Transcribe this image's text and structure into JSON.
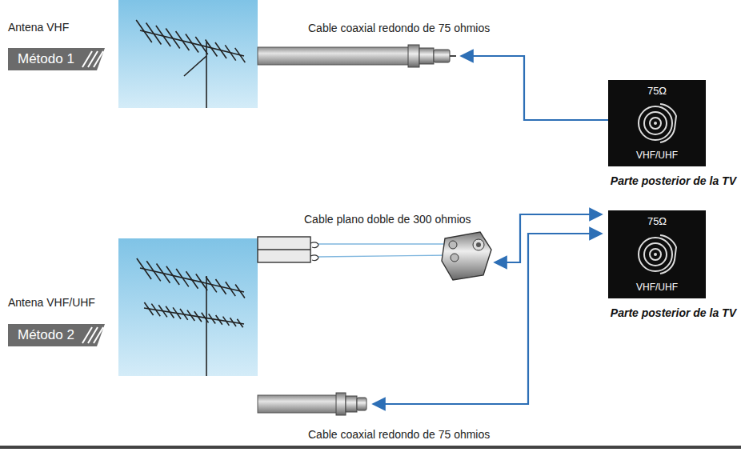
{
  "diagram": {
    "nodes": [
      {
        "text": [
          "Método 1"
        ]
      },
      {
        "text": [
          "75Ω",
          "VHF/UHF",
          "Parte posterior de la TV"
        ]
      },
      {
        "text": [
          "Método 2"
        ]
      },
      {
        "text": [
          "75Ω",
          "VHF/UHF",
          "Parte posterior de la TV"
        ]
      }
    ],
    "labels": [
      "Antena VHF",
      "Cable coaxial redondo de 75 ohmios",
      "Antena VHF/UHF",
      "Cable plano doble de 300 ohmios",
      "Cable coaxial redondo de 75 ohmios"
    ]
  }
}
